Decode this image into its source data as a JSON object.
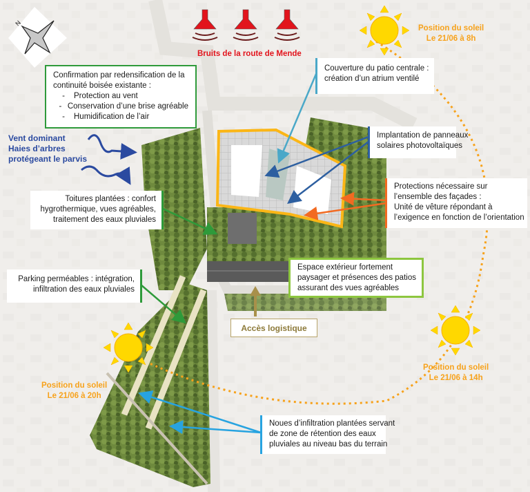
{
  "compass": {
    "north_label": "N",
    "icon": "compass-rose-icon"
  },
  "noise": {
    "label": "Bruits de la route de Mende",
    "color": "#e2141c",
    "speaker_count": 3
  },
  "suns": [
    {
      "id": "sun-8h",
      "line1": "Position du soleil",
      "line2": "Le 21/06 à 8h"
    },
    {
      "id": "sun-14h",
      "line1": "Position du soleil",
      "line2": "Le 21/06 à 14h"
    },
    {
      "id": "sun-20h",
      "line1": "Position du soleil",
      "line2": "Le 21/06 à 20h"
    }
  ],
  "wind": {
    "lines": [
      "Vent dominant",
      "Haies d’arbres",
      "protégeant le parvis"
    ],
    "color": "#2b4aa0"
  },
  "annotations": {
    "continuite": {
      "lines": [
        "Confirmation par redensification de la",
        "continuité boisée existante :"
      ],
      "bullets": [
        "Protection au vent",
        "Conservation d’une brise agréable",
        "Humidification de l’air"
      ],
      "bullet_marker": "-"
    },
    "patio": {
      "lines": [
        "Couverture du patio centrale :",
        "création d’un atrium ventilé"
      ]
    },
    "solaires": {
      "lines": [
        "Implantation de panneaux",
        "solaires photovoltaïques"
      ]
    },
    "facades": {
      "lines": [
        "Protections nécessaire sur",
        "l’ensemble des façades :",
        "Unité de vêture répondant à",
        "l’exigence en fonction de l’orientation"
      ]
    },
    "toitures": {
      "lines": [
        "Toitures plantées : confort",
        "hygrothermique, vues agréables,",
        "traitement des eaux pluviales"
      ]
    },
    "parking": {
      "lines": [
        "Parking perméables : intégration,",
        "infiltration des eaux pluviales"
      ]
    },
    "espace": {
      "lines": [
        "Espace extérieur fortement",
        "paysager et présences des patios",
        "assurant des vues agréables"
      ]
    },
    "acces": {
      "label": "Accès logistique"
    },
    "noues": {
      "lines": [
        "Noues d’infiltration plantées servant",
        "de zone de rétention des eaux",
        "pluviales au niveau bas du terrain"
      ]
    }
  },
  "colors": {
    "green_callout": "#2e9a3a",
    "lime_callout": "#8dc63f",
    "light_blue_callout": "#4aa8c8",
    "dark_blue_callout": "#2d5fa0",
    "orange_callout": "#f26a21",
    "sky_blue_callout": "#27a3e0",
    "building_outline": "#fbb616",
    "sun_fill": "#ffd800",
    "sun_path": "#f7a21b",
    "access_arrow": "#a8904a"
  }
}
